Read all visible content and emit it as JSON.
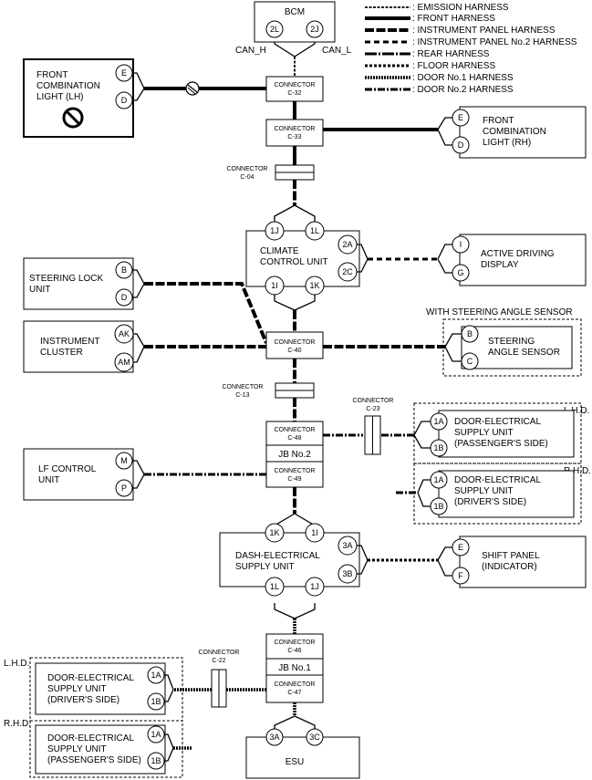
{
  "legend": {
    "emission": ": EMISSION HARNESS",
    "front": ": FRONT HARNESS",
    "instrument_panel": ": INSTRUMENT PANEL HARNESS",
    "instrument_panel_2": ": INSTRUMENT PANEL No.2 HARNESS",
    "rear": ": REAR HARNESS",
    "floor": ": FLOOR HARNESS",
    "door1": ": DOOR No.1 HARNESS",
    "door2": ": DOOR No.2 HARNESS"
  },
  "bcm": {
    "name": "BCM",
    "pin1": "2L",
    "pin2": "2J",
    "can_h": "CAN_H",
    "can_l": "CAN_L"
  },
  "connector_word": "CONNECTOR",
  "connectors": {
    "c32": "C-32",
    "c33": "C-33",
    "c04": "C-04",
    "c40": "C-40",
    "c13": "C-13",
    "c23": "C-23",
    "c48": "C-48",
    "c49": "C-49",
    "c46": "C-46",
    "c47": "C-47",
    "c22": "C-22"
  },
  "front_lh": {
    "line1": "FRONT",
    "line2": "COMBINATION",
    "line3": "LIGHT (LH)",
    "pin1": "E",
    "pin2": "D"
  },
  "front_rh": {
    "line1": "FRONT",
    "line2": "COMBINATION",
    "line3": "LIGHT (RH)",
    "pin1": "E",
    "pin2": "D"
  },
  "climate": {
    "line1": "CLIMATE",
    "line2": "CONTROL UNIT",
    "pin_1j": "1J",
    "pin_1l": "1L",
    "pin_2a": "2A",
    "pin_2c": "2C",
    "pin_1i": "1I",
    "pin_1k": "1K"
  },
  "active_display": {
    "line1": "ACTIVE DRIVING",
    "line2": "DISPLAY",
    "pin1": "I",
    "pin2": "G"
  },
  "steering_lock": {
    "line1": "STEERING LOCK",
    "line2": "UNIT",
    "pin1": "B",
    "pin2": "D"
  },
  "cluster": {
    "line1": "INSTRUMENT",
    "line2": "CLUSTER",
    "pin1": "AK",
    "pin2": "AM"
  },
  "steering_sensor": {
    "note": "WITH STEERING ANGLE SENSOR",
    "line1": "STEERING",
    "line2": "ANGLE SENSOR",
    "pin1": "B",
    "pin2": "C"
  },
  "jb2": "JB No.2",
  "jb1": "JB No.1",
  "lf_control": {
    "line1": "LF CONTROL",
    "line2": "UNIT",
    "pin1": "M",
    "pin2": "P"
  },
  "door_pass_right": {
    "tag": "L.H.D.",
    "line1": "DOOR-ELECTRICAL",
    "line2": "SUPPLY UNIT",
    "line3": "(PASSENGER'S SIDE)",
    "pin1": "1A",
    "pin2": "1B"
  },
  "door_drv_right": {
    "tag": "R.H.D.",
    "line1": "DOOR-ELECTRICAL",
    "line2": "SUPPLY UNIT",
    "line3": "(DRIVER'S SIDE)",
    "pin1": "1A",
    "pin2": "1B"
  },
  "dash": {
    "line1": "DASH-ELECTRICAL",
    "line2": "SUPPLY UNIT",
    "pin_1k": "1K",
    "pin_1i": "1I",
    "pin_3a": "3A",
    "pin_3b": "3B",
    "pin_1l": "1L",
    "pin_1j": "1J"
  },
  "shift_panel": {
    "line1": "SHIFT PANEL",
    "line2": "(INDICATOR)",
    "pin1": "E",
    "pin2": "F"
  },
  "door_drv_left": {
    "tag": "L.H.D.",
    "line1": "DOOR-ELECTRICAL",
    "line2": "SUPPLY UNIT",
    "line3": "(DRIVER'S SIDE)",
    "pin1": "1A",
    "pin2": "1B"
  },
  "door_pass_left": {
    "tag": "R.H.D.",
    "line1": "DOOR-ELECTRICAL",
    "line2": "SUPPLY UNIT",
    "line3": "(PASSENGER'S SIDE)",
    "pin1": "1A",
    "pin2": "1B"
  },
  "esu": {
    "name": "ESU",
    "pin1": "3A",
    "pin2": "3C"
  }
}
